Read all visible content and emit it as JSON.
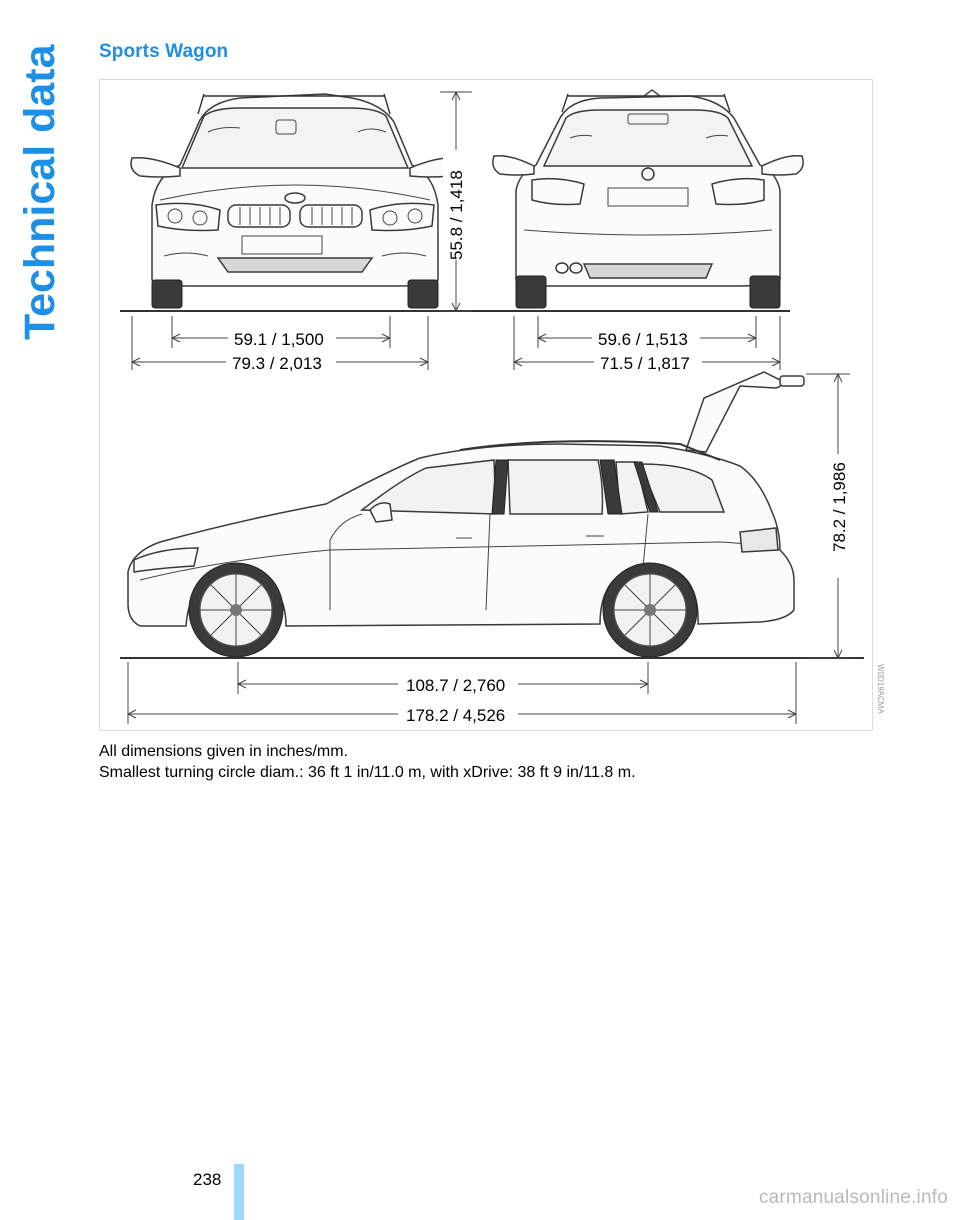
{
  "sidebar": {
    "section_label": "Technical data"
  },
  "page": {
    "title": "Sports Wagon",
    "number": "238"
  },
  "figure": {
    "front_height": "55.8 / 1,418",
    "front_track": "59.1 / 1,500",
    "front_width": "79.3 / 2,013",
    "rear_track": "59.6 / 1,513",
    "rear_width": "71.5 / 1,817",
    "height_tailgate_open": "78.2 / 1,986",
    "wheelbase": "108.7 / 2,760",
    "length": "178.2 / 4,526",
    "code": "W0D19ACMA"
  },
  "notes": [
    "All dimensions given in inches/mm.",
    "Smallest turning circle diam.: 36 ft 1 in/11.0 m, with xDrive: 38 ft 9 in/11.8 m."
  ],
  "colors": {
    "title_blue": "#1e8fe6",
    "page_bar": "#9ed8ff",
    "side_label": "#1e8fe6"
  },
  "watermark": "carmanualsonline.info"
}
